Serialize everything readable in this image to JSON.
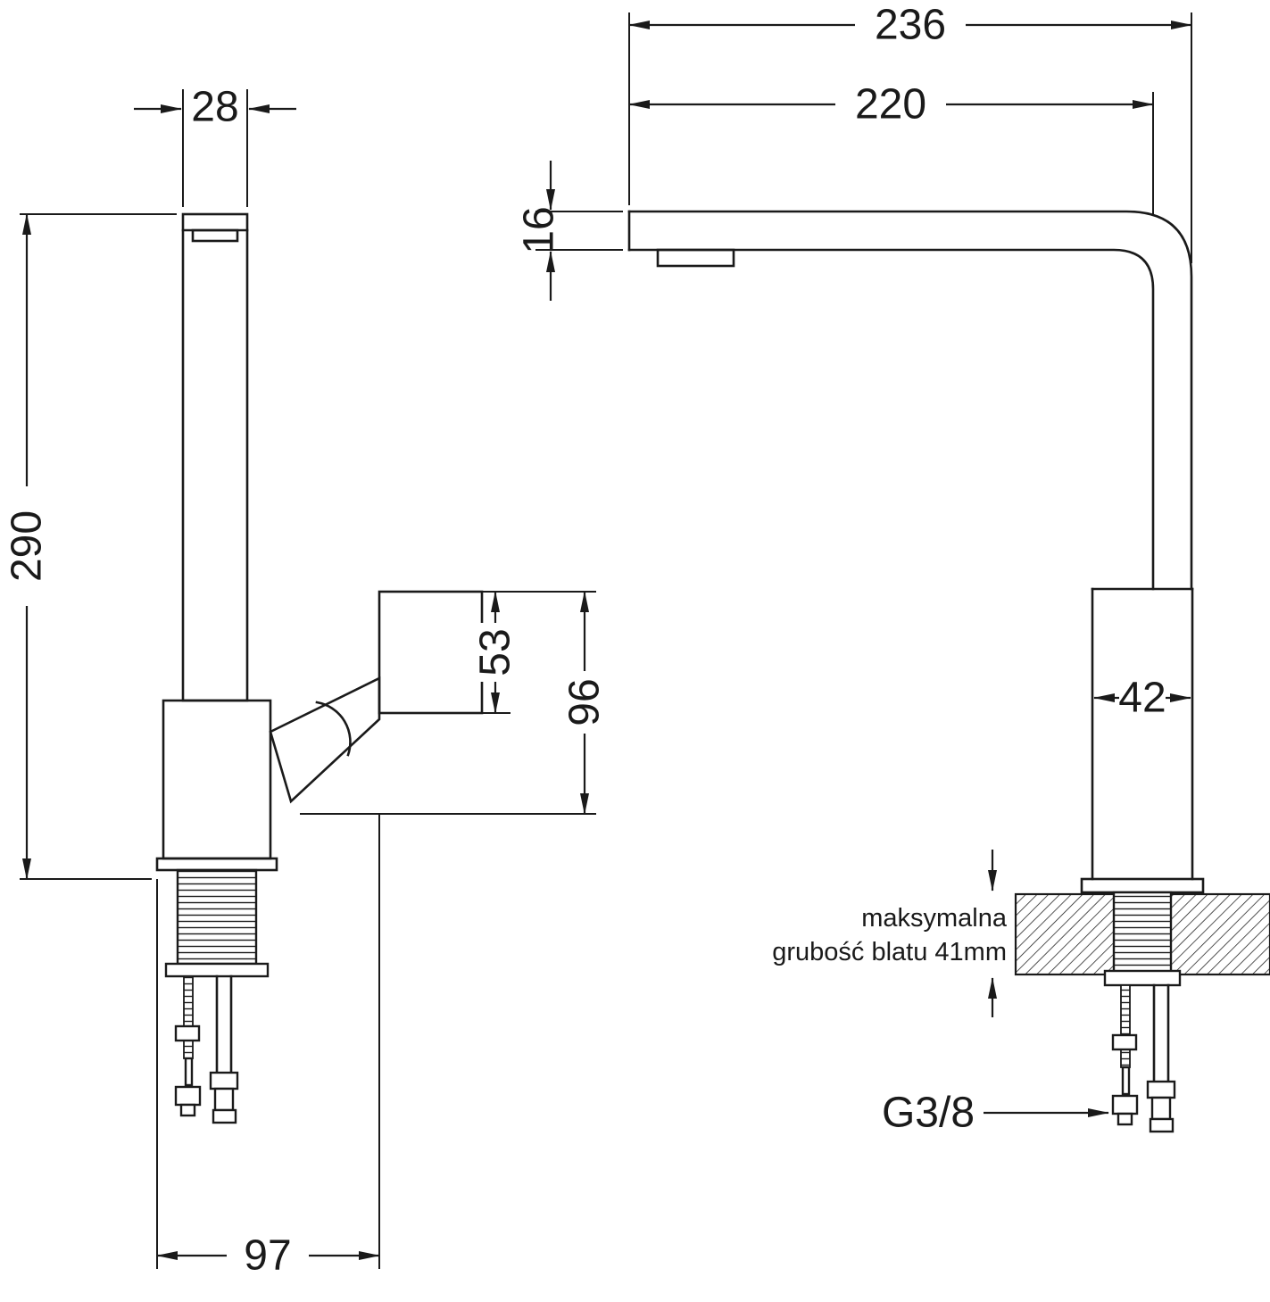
{
  "page": {
    "background": "#ffffff",
    "line_color": "#1a1a1a"
  },
  "drawing": {
    "kind": "kitchen faucet dimensional technical drawing",
    "side_view": {
      "spout_width_mm": "28",
      "height_mm": "290",
      "handle_height_mm": "53",
      "handle_assembly_height_mm": "96",
      "base_depth_mm": "97"
    },
    "front_view": {
      "overall_reach_mm": "236",
      "spout_reach_mm": "220",
      "spout_thickness_mm": "16",
      "body_width_mm": "42",
      "connection_thread": "G3/8",
      "countertop_note_line1": "maksymalna",
      "countertop_note_line2": "grubość blatu 41mm"
    }
  }
}
